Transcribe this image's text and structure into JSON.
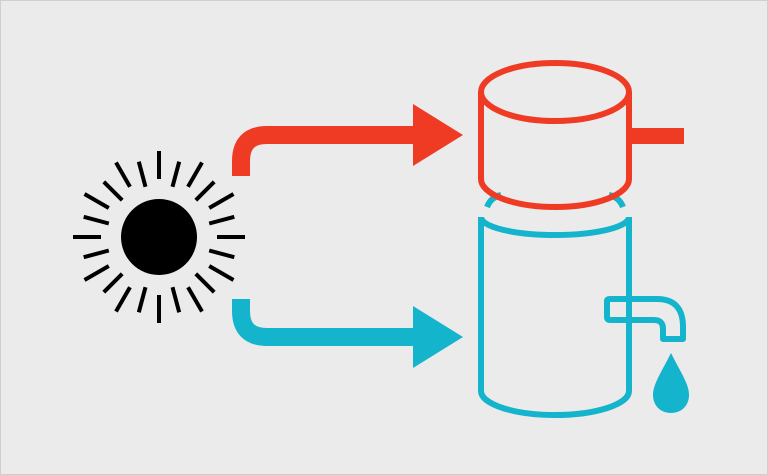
{
  "diagram": {
    "colors": {
      "background": "#ebebeb",
      "sun": "#000000",
      "hot": "#f03b24",
      "cold": "#14b4cc"
    },
    "nodes": [
      {
        "id": "sun",
        "icon": "sun-icon"
      },
      {
        "id": "hot-tank",
        "icon": "hot-water-tank-icon"
      },
      {
        "id": "storage-tank",
        "icon": "water-storage-tank-icon"
      },
      {
        "id": "faucet",
        "icon": "faucet-icon"
      },
      {
        "id": "water-drop",
        "icon": "water-drop-icon"
      }
    ],
    "edges": [
      {
        "from": "sun",
        "to": "hot-tank",
        "color": "hot"
      },
      {
        "from": "sun",
        "to": "storage-tank",
        "color": "cold"
      }
    ]
  }
}
